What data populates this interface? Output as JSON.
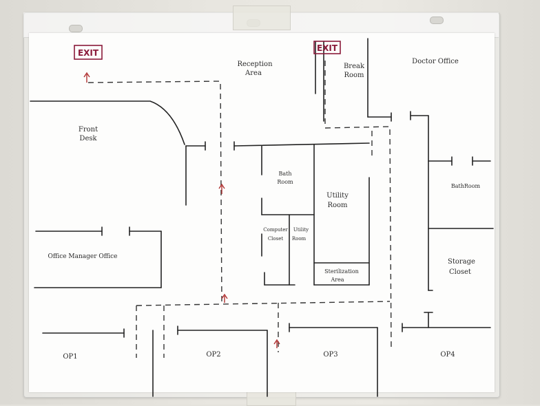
{
  "exits": {
    "left": "EXIT",
    "right": "EXIT"
  },
  "rooms": {
    "reception": [
      "Reception",
      "Area"
    ],
    "break_room": [
      "Break",
      "Room"
    ],
    "doctor_office": "Doctor Office",
    "front_desk": [
      "Front",
      "Desk"
    ],
    "bath_room_center": [
      "Bath",
      "Room"
    ],
    "utility_room_large": [
      "Utility",
      "Room"
    ],
    "computer_closet": [
      "Computer",
      "Closet"
    ],
    "utility_room_small": [
      "Utility",
      "Room"
    ],
    "sterilization": [
      "Sterilization",
      "Area"
    ],
    "bath_room_right": "BathRoom",
    "office_manager": "Office Manager Office",
    "storage_closet": [
      "Storage",
      "Closet"
    ],
    "op1": "OP1",
    "op2": "OP2",
    "op3": "OP3",
    "op4": "OP4"
  },
  "colors": {
    "ink": "#222222",
    "exit": "#8a1a3a",
    "arrow": "#b03030"
  }
}
